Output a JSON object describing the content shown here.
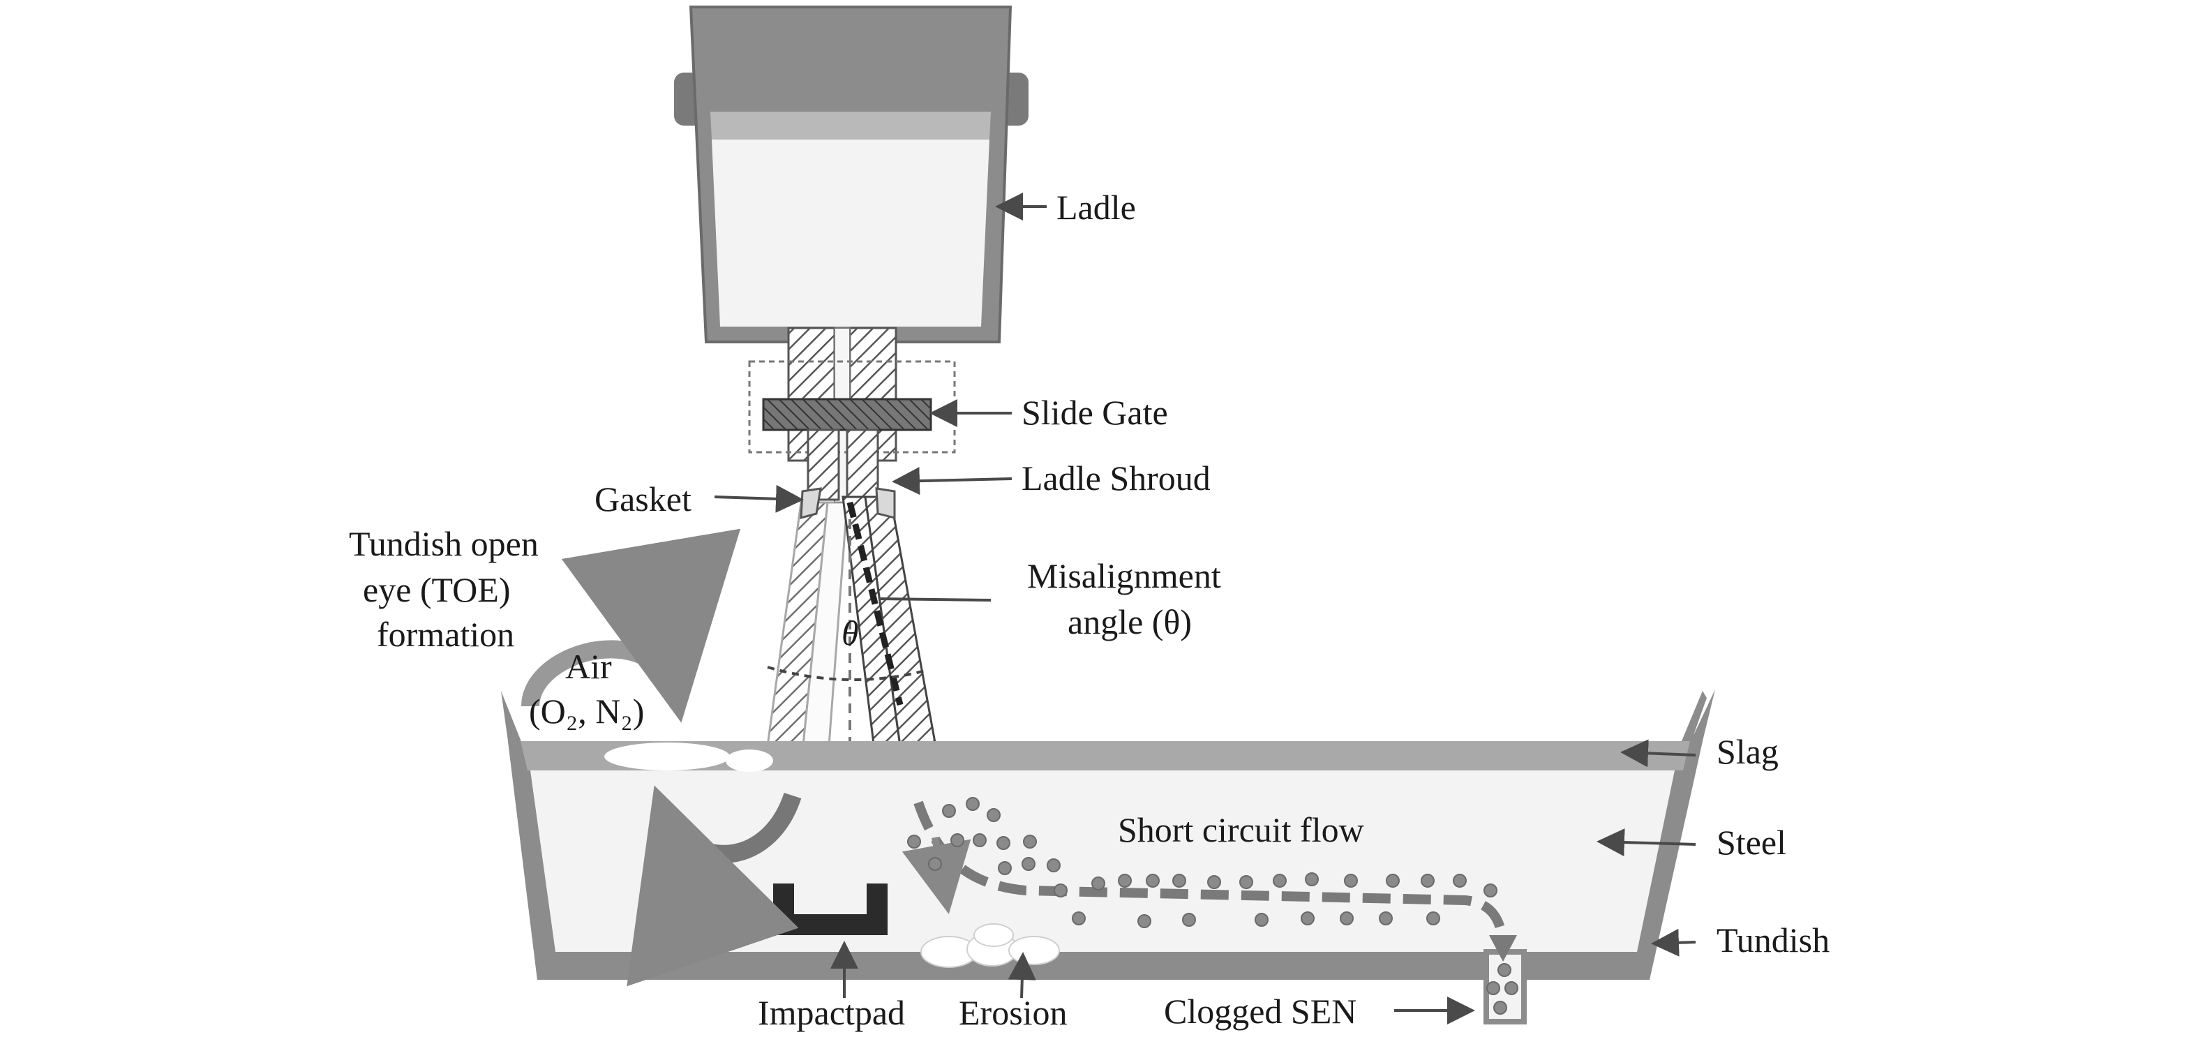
{
  "labels": {
    "ladle": "Ladle",
    "slide_gate": "Slide Gate",
    "ladle_shroud": "Ladle Shroud",
    "gasket": "Gasket",
    "misalignment_line1": "Misalignment",
    "misalignment_line2": "angle (θ)",
    "toe_line1": "Tundish open",
    "toe_line2": "eye (TOE)",
    "toe_line3": "formation",
    "air_line1": "Air",
    "air_line2": "(O₂, N₂)",
    "theta": "θ",
    "short_circuit": "Short circuit flow",
    "slag": "Slag",
    "steel": "Steel",
    "tundish": "Tundish",
    "impactpad": "Impactpad",
    "erosion": "Erosion",
    "clogged_sen": "Clogged SEN"
  },
  "colors": {
    "vessel_wall": "#8c8c8c",
    "vessel_dark": "#6e6e6e",
    "steel_fill": "#f3f3f3",
    "slag_fill": "#a9a9a9",
    "inclusion": "#8a8a8a",
    "impact_pad": "#2b2b2b",
    "arrow": "#4a4a4a",
    "flow_path": "#777777",
    "text": "#1a1a1a"
  }
}
